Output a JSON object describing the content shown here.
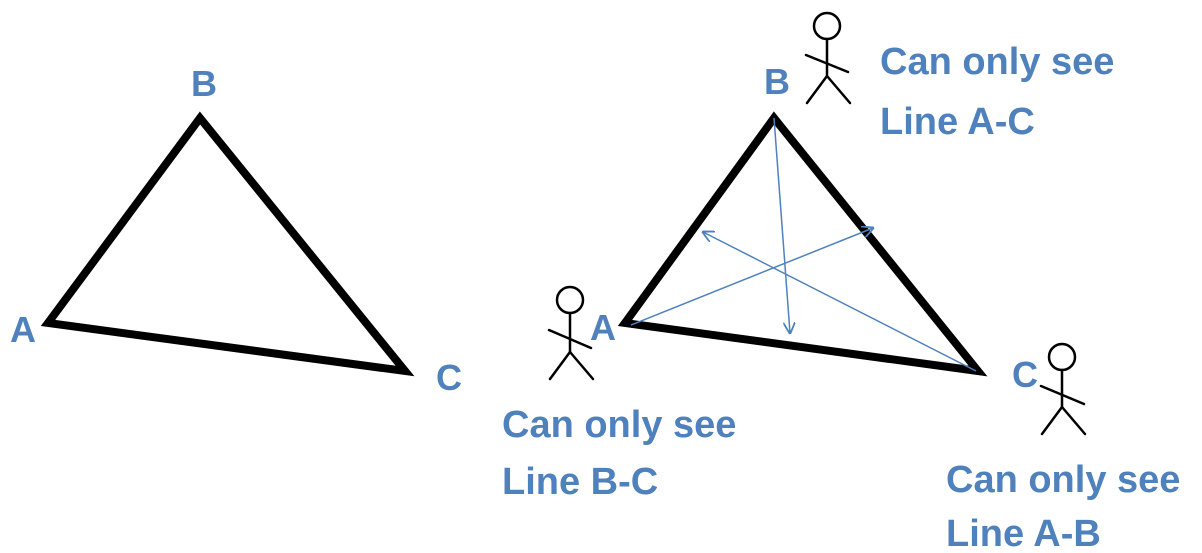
{
  "left_triangle": {
    "label_a": "A",
    "label_b": "B",
    "label_c": "C"
  },
  "right_triangle": {
    "label_a": "A",
    "label_b": "B",
    "label_c": "C"
  },
  "observers": {
    "b": {
      "line1": "Can only see",
      "line2": "Line A-C"
    },
    "a": {
      "line1": "Can only see",
      "line2": "Line B-C"
    },
    "c": {
      "line1": "Can only see",
      "line2": "Line A-B"
    }
  },
  "colors": {
    "label": "#4f81bd",
    "triangle": "#000000",
    "sight_arrows": "#4f81bd"
  },
  "icons": [
    "stick-figure-icon",
    "arrowhead-icon"
  ]
}
